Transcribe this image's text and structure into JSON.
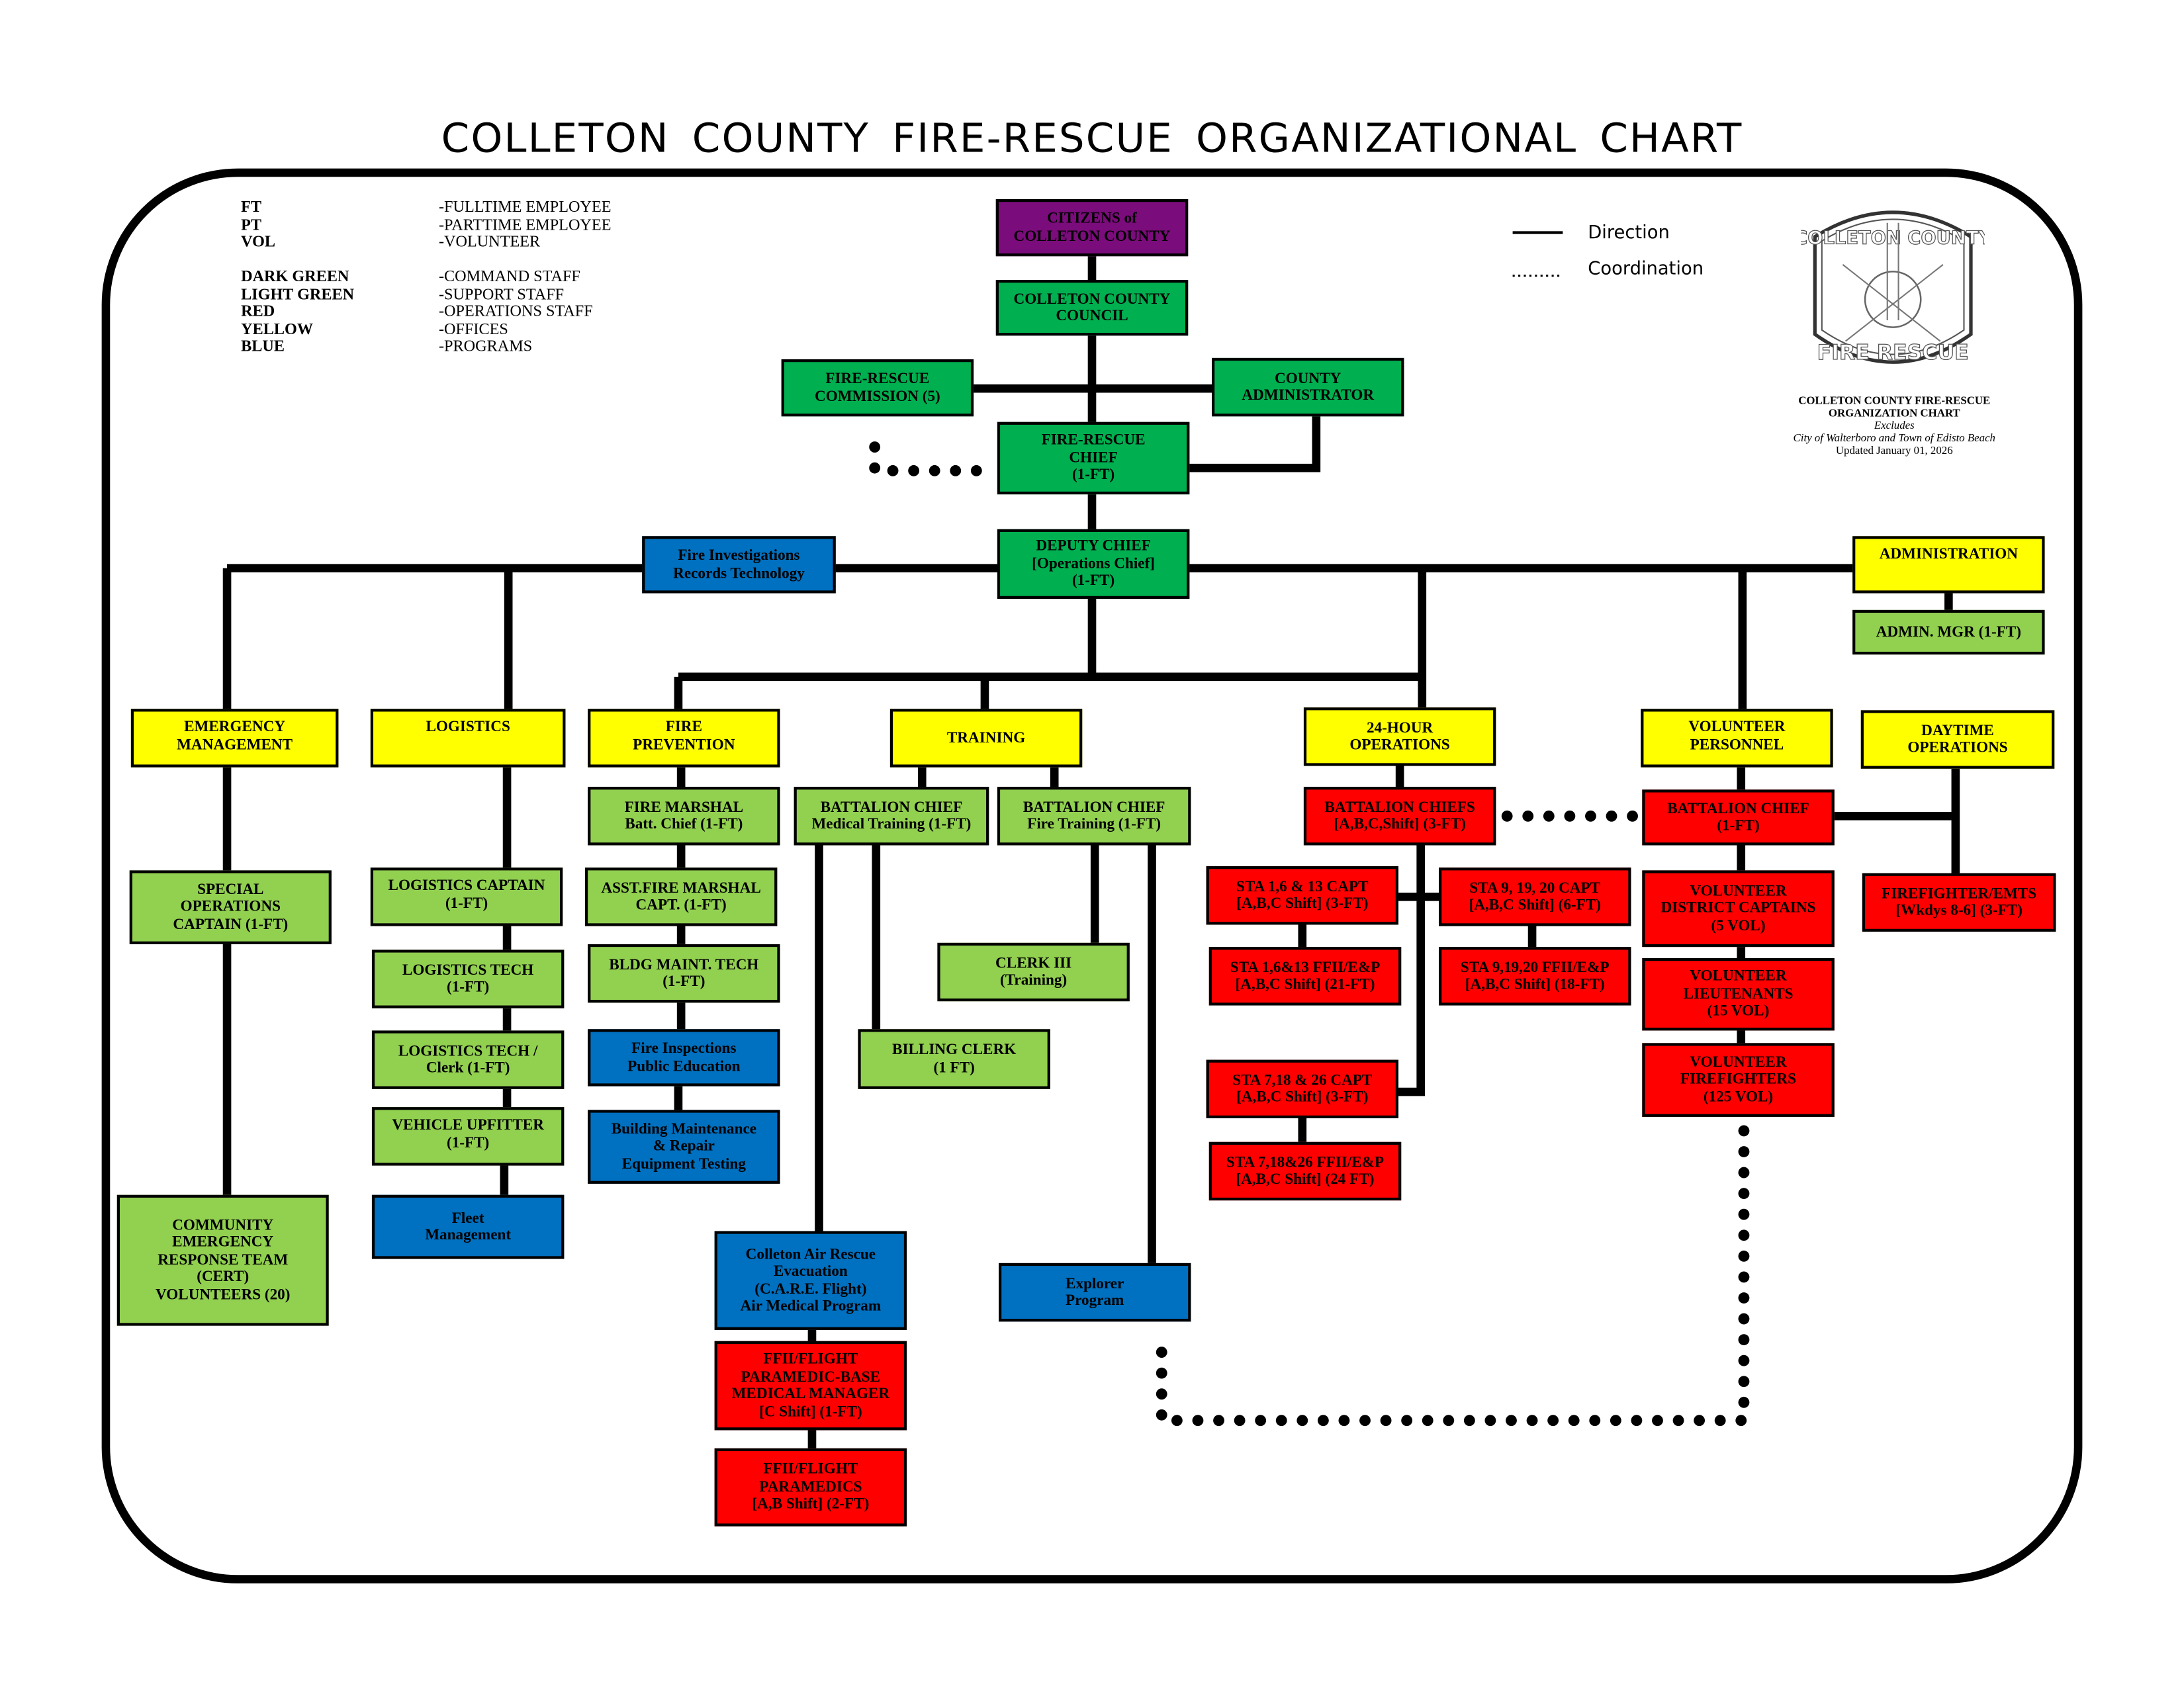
{
  "title": "COLLETON  COUNTY  FIRE-RESCUE  ORGANIZATIONAL  CHART",
  "legend": {
    "abbreviations": "FT\nPT\nVOL",
    "abbreviation_meanings": "-FULLTIME EMPLOYEE\n-PARTTIME EMPLOYEE\n-VOLUNTEER",
    "colors": "DARK GREEN\nLIGHT GREEN\nRED\nYELLOW\nBLUE",
    "color_meanings": "-COMMAND STAFF\n-SUPPORT STAFF\n-OPERATIONS STAFF\n-OFFICES\n-PROGRAMS",
    "direction": "Direction",
    "coordination": "Coordination"
  },
  "logo": {
    "text_top": "COLLETON COUNTY",
    "text_bottom": "FIRE RESCUE"
  },
  "caption": {
    "line1": "COLLETON COUNTY FIRE-RESCUE",
    "line2": "ORGANIZATION CHART",
    "line3": "Excludes",
    "line4": "City of Walterboro and Town of Edisto Beach",
    "line5": "Updated January 01, 2026"
  },
  "colors": {
    "dark_green": "#00b050",
    "light_green": "#92d050",
    "red": "#ff0000",
    "yellow": "#ffff00",
    "blue": "#0070c0",
    "purple": "#7b0c7b"
  },
  "boxes": {
    "citizens": "CITIZENS of\nCOLLETON COUNTY",
    "council": "COLLETON COUNTY\nCOUNCIL",
    "commission": "FIRE-RESCUE\nCOMMISSION (5)",
    "administrator": "COUNTY\nADMINISTRATOR",
    "chief": "FIRE-RESCUE\nCHIEF\n(1-FT)",
    "fire_investigations": "Fire Investigations\nRecords Technology",
    "deputy_chief": "DEPUTY CHIEF\n[Operations Chief]\n(1-FT)",
    "administration": "ADMINISTRATION",
    "admin_mgr": "ADMIN. MGR (1-FT)",
    "emergency_management": "EMERGENCY\nMANAGEMENT",
    "logistics": "LOGISTICS",
    "fire_prevention": "FIRE\nPREVENTION",
    "training": "TRAINING",
    "operations_24hr": "24-HOUR\nOPERATIONS",
    "volunteer_personnel": "VOLUNTEER\nPERSONNEL",
    "daytime_operations": "DAYTIME\nOPERATIONS",
    "special_operations": "SPECIAL\nOPERATIONS\nCAPTAIN (1-FT)",
    "cert": "COMMUNITY\nEMERGENCY\nRESPONSE TEAM\n(CERT)\nVOLUNTEERS (20)",
    "logistics_captain": "LOGISTICS CAPTAIN\n(1-FT)",
    "logistics_tech": "LOGISTICS TECH\n(1-FT)",
    "logistics_tech_clerk": "LOGISTICS TECH /\nClerk (1-FT)",
    "vehicle_upfitter": "VEHICLE UPFITTER\n(1-FT)",
    "fleet_management": "Fleet\nManagement",
    "fire_marshal": "FIRE MARSHAL\nBatt. Chief  (1-FT)",
    "asst_fire_marshal": "ASST.FIRE MARSHAL\nCAPT. (1-FT)",
    "bldg_maint_tech": "BLDG MAINT. TECH\n(1-FT)",
    "fire_inspections": "Fire Inspections\nPublic Education",
    "building_maintenance": "Building Maintenance\n& Repair\nEquipment Testing",
    "bc_medical": "BATTALION CHIEF\nMedical Training (1-FT)",
    "bc_fire": "BATTALION CHIEF\nFire Training (1-FT)",
    "clerk_iii": "CLERK III\n(Training)",
    "billing_clerk": "BILLING CLERK\n(1 FT)",
    "care_flight": "Colleton Air Rescue\nEvacuation\n(C.A.R.E. Flight)\nAir Medical Program",
    "flight_base_manager": "FFII/FLIGHT\nPARAMEDIC-BASE\nMEDICAL MANAGER\n[C Shift]   (1-FT)",
    "flight_paramedics": "FFII/FLIGHT\nPARAMEDICS\n[A,B Shift]   (2-FT)",
    "explorer": "Explorer\nProgram",
    "battalion_chiefs": "BATTALION CHIEFS\n[A,B,C,Shift]    (3-FT)",
    "sta1_capt": "STA 1,6 & 13  CAPT\n[A,B,C Shift]   (3-FT)",
    "sta1_ff": "STA 1,6&13  FFII/E&P\n[A,B,C Shift]   (21-FT)",
    "sta9_capt": "STA 9, 19, 20  CAPT\n[A,B,C Shift]   (6-FT)",
    "sta9_ff": "STA 9,19,20  FFII/E&P\n[A,B,C Shift]   (18-FT)",
    "sta7_capt": "STA 7,18 & 26  CAPT\n[A,B,C Shift]   (3-FT)",
    "sta7_ff": "STA 7,18&26 FFII/E&P\n[A,B,C Shift]   (24 FT)",
    "bc_volunteer": "BATTALION CHIEF\n(1-FT)",
    "vol_district_captains": "VOLUNTEER\nDISTRICT CAPTAINS\n(5 VOL)",
    "vol_lieutenants": "VOLUNTEER\nLIEUTENANTS\n(15 VOL)",
    "vol_firefighters": "VOLUNTEER\nFIREFIGHTERS\n(125 VOL)",
    "ff_emts": "FIREFIGHTER/EMTS\n[Wkdys 8-6] (3-FT)"
  }
}
